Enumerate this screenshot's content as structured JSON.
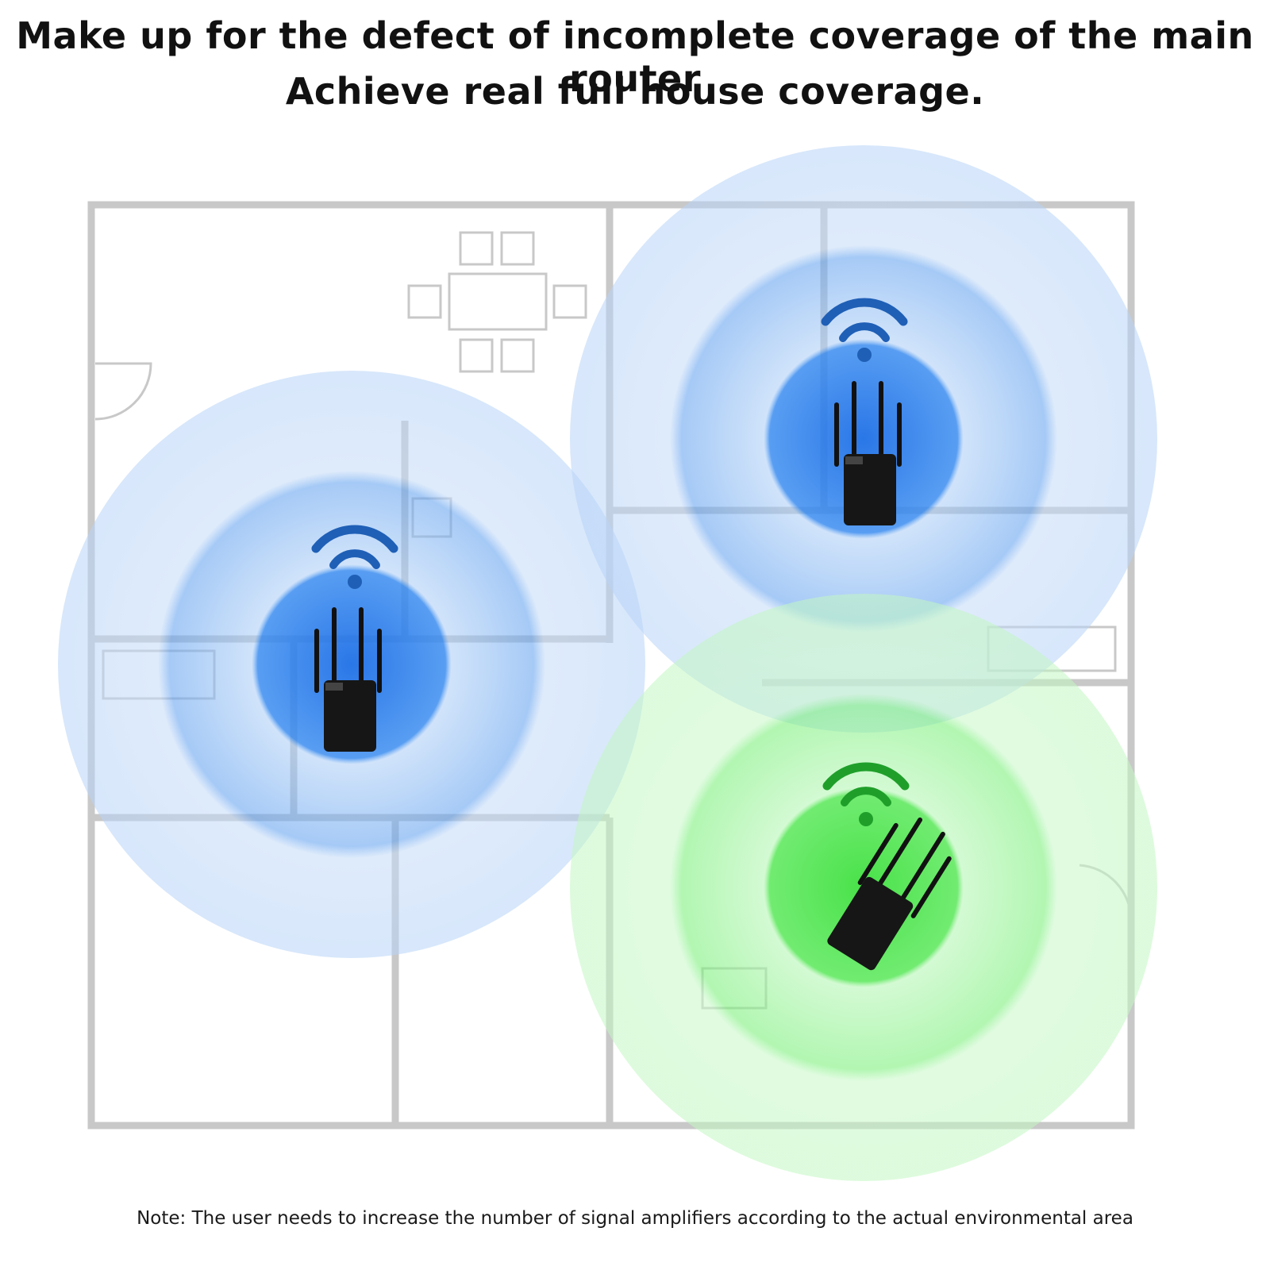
{
  "headline": {
    "line1": "Make up for the defect of incomplete coverage of the main router",
    "line2": "Achieve real full house coverage."
  },
  "note": "Note: The user needs to increase the number of signal amplifiers according to the actual environmental area",
  "colors": {
    "blue_outer": "#cfe2fb",
    "blue_mid": "#86b8f3",
    "blue_inner": "#3d8ef0",
    "blue_wifi": "#1f5fb6",
    "green_outer": "#d2fad2",
    "green_mid": "#8af08a",
    "green_inner": "#49e049",
    "green_wifi": "#1f9f2a",
    "wall": "#c8c8c8",
    "device": "#161616"
  },
  "repeaters": [
    {
      "name": "left-repeater",
      "color": "blue",
      "orientation": "upright"
    },
    {
      "name": "top-right-repeater",
      "color": "blue",
      "orientation": "upright"
    },
    {
      "name": "bottom-right-repeater",
      "color": "green",
      "orientation": "tilted"
    }
  ]
}
